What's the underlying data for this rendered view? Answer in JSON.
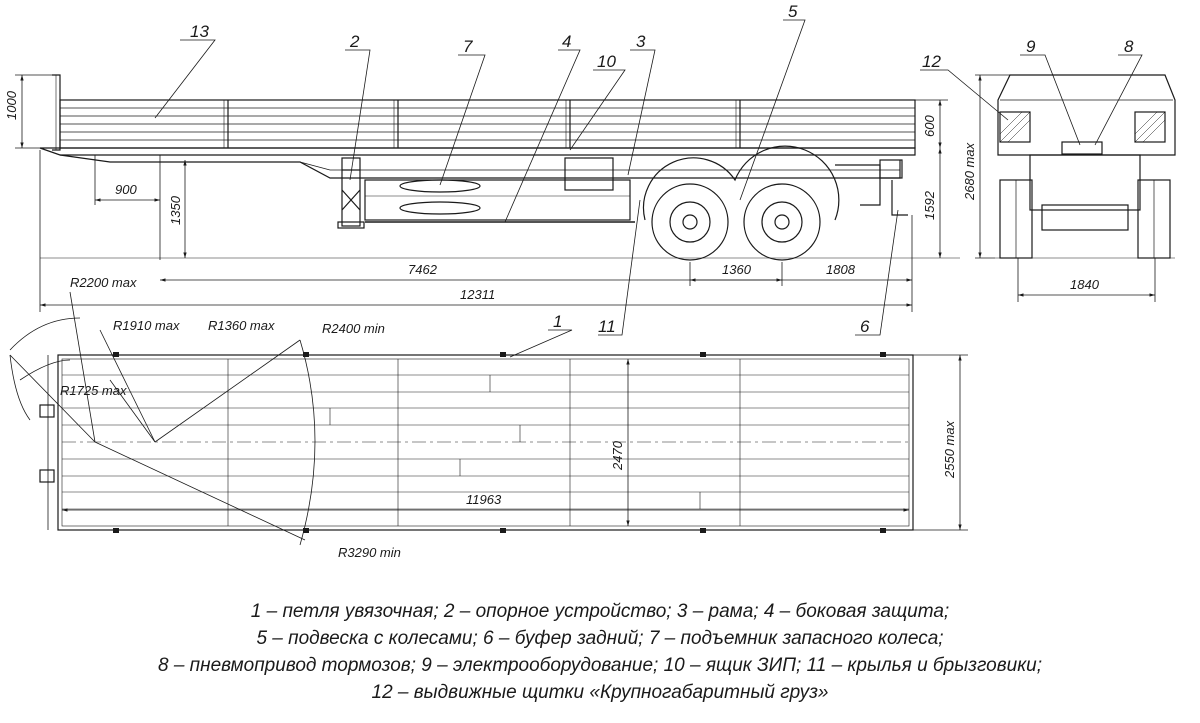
{
  "callouts": [
    "13",
    "2",
    "7",
    "4",
    "10",
    "3",
    "5",
    "12",
    "9",
    "8",
    "1",
    "11",
    "6"
  ],
  "dimensions": {
    "d1000": "1000",
    "d600": "600",
    "d900": "900",
    "d1350": "1350",
    "d1592": "1592",
    "d7462": "7462",
    "d1360": "1360",
    "d1808": "1808",
    "d12311": "12311",
    "d2680": "2680 max",
    "d1840": "1840",
    "r2200": "R2200 max",
    "r1910": "R1910 max",
    "r1360": "R1360 max",
    "r2400": "R2400 min",
    "r1725": "R1725 max",
    "d2470": "2470",
    "d11963": "11963",
    "d2550": "2550 max",
    "r3290": "R3290 min"
  },
  "legend": [
    "1 – петля увязочная; 2 – опорное устройство; 3 – рама; 4 – боковая защита;",
    "5 – подвеска с колесами; 6 – буфер задний; 7 – подъемник запасного колеса;",
    "8 – пневмопривод тормозов; 9 – электрооборудование; 10 – ящик ЗИП; 11 – крылья и брызговики;",
    "12 – выдвижные щитки «Крупногабаритный груз»"
  ]
}
